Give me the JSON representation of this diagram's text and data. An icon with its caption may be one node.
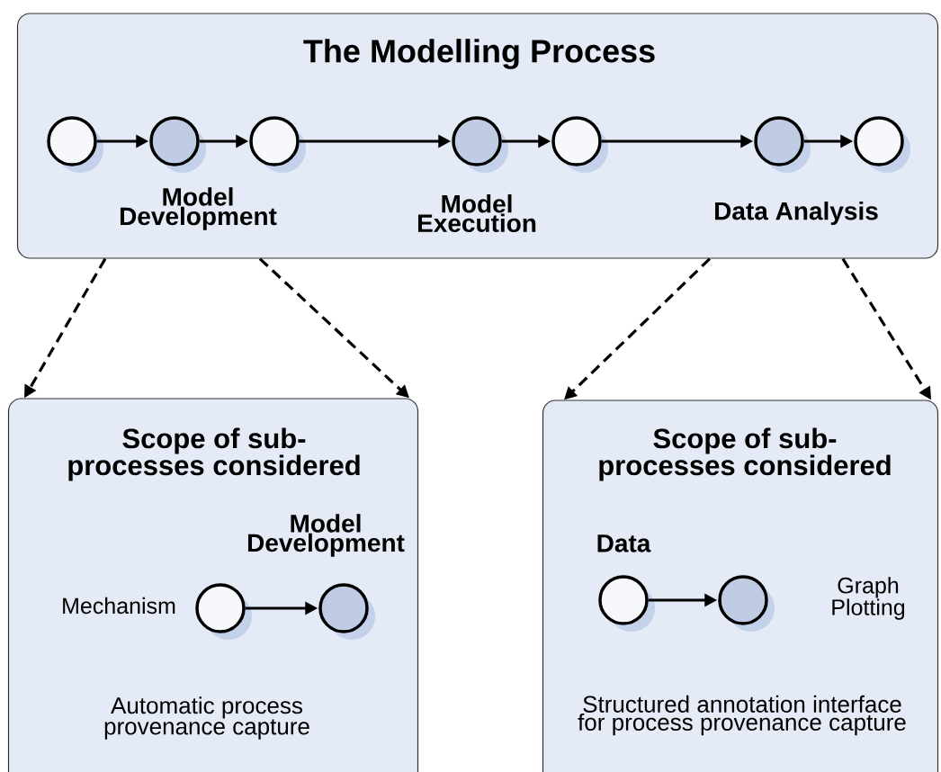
{
  "diagram": {
    "nodes": [
      {
        "text": [
          "The Modelling Process"
        ]
      },
      {
        "text": [],
        "shape": "circle",
        "in": 0
      },
      {
        "text": [],
        "shape": "circle",
        "in": 0,
        "beside": [
          "Model Development"
        ]
      },
      {
        "text": [],
        "shape": "circle",
        "in": 0
      },
      {
        "text": [],
        "shape": "circle",
        "in": 0,
        "beside": [
          "Model Execution"
        ]
      },
      {
        "text": [],
        "shape": "circle",
        "in": 0
      },
      {
        "text": [],
        "shape": "circle",
        "in": 0,
        "beside": [
          "Data Analysis"
        ]
      },
      {
        "text": [],
        "shape": "circle",
        "in": 0
      },
      {
        "text": [
          "Scope of sub-processes considered",
          "Automatic process provenance capture"
        ]
      },
      {
        "text": [],
        "shape": "circle",
        "in": 8,
        "beside": [
          "Mechanism"
        ]
      },
      {
        "text": [],
        "shape": "circle",
        "in": 8,
        "beside": [
          "Model Development"
        ]
      },
      {
        "text": [
          "Scope of sub-processes considered",
          "Structured annotation interface for process provenance capture"
        ]
      },
      {
        "text": [],
        "shape": "circle",
        "in": 11,
        "beside": [
          "Data"
        ]
      },
      {
        "text": [],
        "shape": "circle",
        "in": 11,
        "beside": [
          "Graph Plotting"
        ]
      }
    ],
    "edges": [
      {
        "from": 1,
        "to": 2,
        "arrow": "to"
      },
      {
        "from": 2,
        "to": 3,
        "arrow": "to"
      },
      {
        "from": 3,
        "to": 4,
        "arrow": "to"
      },
      {
        "from": 4,
        "to": 5,
        "arrow": "to"
      },
      {
        "from": 5,
        "to": 6,
        "arrow": "to"
      },
      {
        "from": 6,
        "to": 7,
        "arrow": "to"
      },
      {
        "from": 0,
        "to": 8,
        "arrow": "to",
        "style": "dashed"
      },
      {
        "from": 0,
        "to": 8,
        "arrow": "to",
        "style": "dashed"
      },
      {
        "from": 0,
        "to": 11,
        "arrow": "to",
        "style": "dashed"
      },
      {
        "from": 0,
        "to": 11,
        "arrow": "to",
        "style": "dashed"
      },
      {
        "from": 9,
        "to": 10,
        "arrow": "to"
      },
      {
        "from": 12,
        "to": 13,
        "arrow": "to"
      }
    ]
  }
}
